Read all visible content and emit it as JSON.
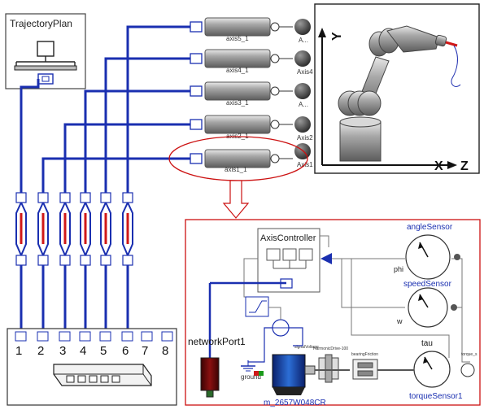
{
  "planner": {
    "title": "TrajectoryPlan"
  },
  "axes": [
    {
      "label": "axis5_1",
      "sensor_label": "A..."
    },
    {
      "label": "axis4_1",
      "sensor_label": "Axis4"
    },
    {
      "label": "axis3_1",
      "sensor_label": "A..."
    },
    {
      "label": "axis2_1",
      "sensor_label": "Axis2"
    },
    {
      "label": "axis1_1",
      "sensor_label": "Axis1"
    }
  ],
  "robot_view": {
    "axis_labels": [
      "X",
      "Z"
    ]
  },
  "bus": {
    "port_numbers": [
      "1",
      "2",
      "3",
      "4",
      "5",
      "6",
      "7",
      "8"
    ]
  },
  "detail": {
    "axis_controller": "AxisController",
    "angle_sensor": "angleSensor",
    "phi": "phi",
    "speed_sensor": "speedSensor",
    "w": "w",
    "tau": "tau",
    "torque_sensor": "torqueSensor1",
    "network_port": "networkPort1",
    "motor": "m_2657W048CR",
    "ground": "ground",
    "signal_voltage": "signalVoltage",
    "harmonic_drive": "HarmonicDrive-100",
    "bearing_friction": "bearingFriction",
    "torque_label": "torque_s"
  },
  "colors": {
    "bus_line": "#1a2fb0",
    "flex_red": "#d01818",
    "highlight": "#cc1111",
    "frame": "#222222"
  }
}
